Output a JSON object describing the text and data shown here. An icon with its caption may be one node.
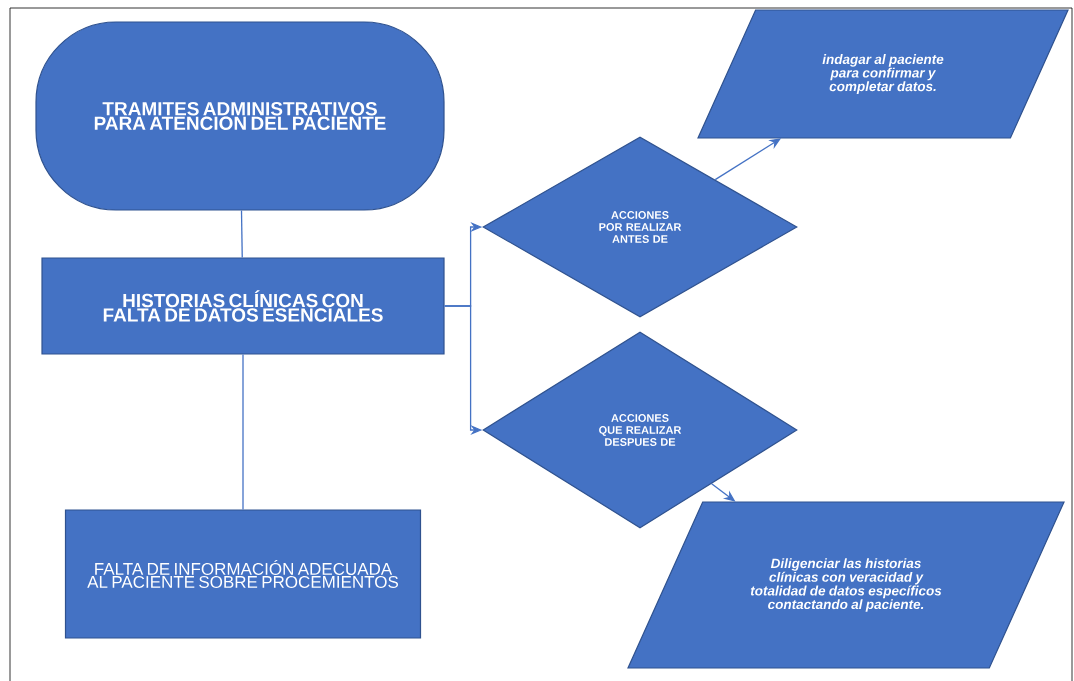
{
  "diagram": {
    "nodes": [
      {
        "text": [
          "TRAMITES ADMINISTRATIVOS PARA ATENCION DEL PACIENTE"
        ]
      },
      {
        "text": [
          "HISTORIAS CLÍNICAS CON FALTA DE DATOS ESENCIALES"
        ]
      },
      {
        "text": [
          "FALTA DE INFORMACIÓN ADECUADA AL PACIENTE SOBRE PROCEMIENTOS"
        ]
      },
      {
        "text": [
          "ACCIONES POR REALIZAR ANTES DE"
        ]
      },
      {
        "text": [
          "ACCIONES QUE REALIZAR DESPUES DE"
        ]
      },
      {
        "text": [
          "indagar al paciente para confirmar y completar datos."
        ]
      },
      {
        "text": [
          "Diligenciar las historias clínicas con veracidad y totalidad de datos específicos contactando al paciente."
        ]
      }
    ],
    "edges": [
      {
        "from": 0,
        "to": 1,
        "arrow": "none"
      },
      {
        "from": 1,
        "to": 2,
        "arrow": "none"
      },
      {
        "from": 1,
        "to": 3,
        "arrow": "to"
      },
      {
        "from": 1,
        "to": 4,
        "arrow": "to"
      },
      {
        "from": 3,
        "to": 5,
        "arrow": "to"
      },
      {
        "from": 4,
        "to": 6,
        "arrow": "to"
      }
    ]
  }
}
